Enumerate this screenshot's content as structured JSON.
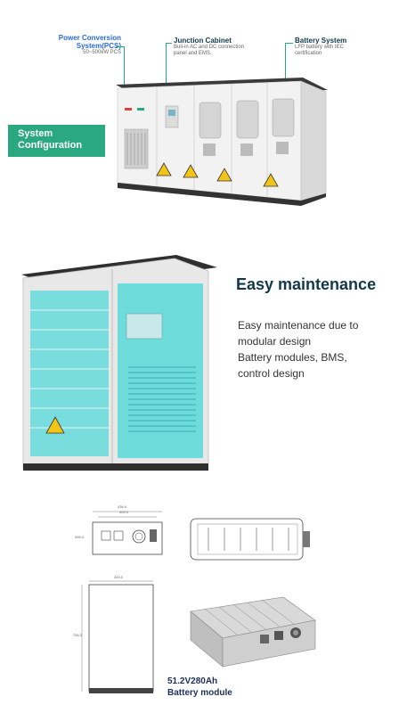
{
  "colors": {
    "accent": "#2aa87f",
    "pcs_title": "#2a6bd6",
    "dark_title": "#12384a",
    "warning": "#f2c418",
    "teal_overlay": "#1ed3d3"
  },
  "section1": {
    "pcs": {
      "title_line1": "Power Conversion",
      "title_line2": "System(PCS)",
      "desc": "50~500kW PCS"
    },
    "junction": {
      "title": "Junction Cabinet",
      "desc_line1": "Buli-in AC and DC connection",
      "desc_line2": "panel and EMS."
    },
    "battery": {
      "title": "Battery System",
      "desc_line1": "LFP battery with IEC",
      "desc_line2": "certification"
    },
    "badge": {
      "line1": "System",
      "line2": "Configuration"
    }
  },
  "section2": {
    "heading": "Easy maintenance",
    "lines": [
      "Easy maintenance due to",
      "modular design",
      "Battery modules, BMS,",
      "control design"
    ]
  },
  "section3": {
    "dims": {
      "width_top": "436.9",
      "width_inner": "400.0",
      "height_side": "396.0",
      "depth_top": "300.0",
      "height_tall": "756.0"
    },
    "caption_line1": "51.2V280Ah",
    "caption_line2": "Battery module"
  },
  "icons": [
    "warning-triangle-icon",
    "leader-dot-icon"
  ]
}
